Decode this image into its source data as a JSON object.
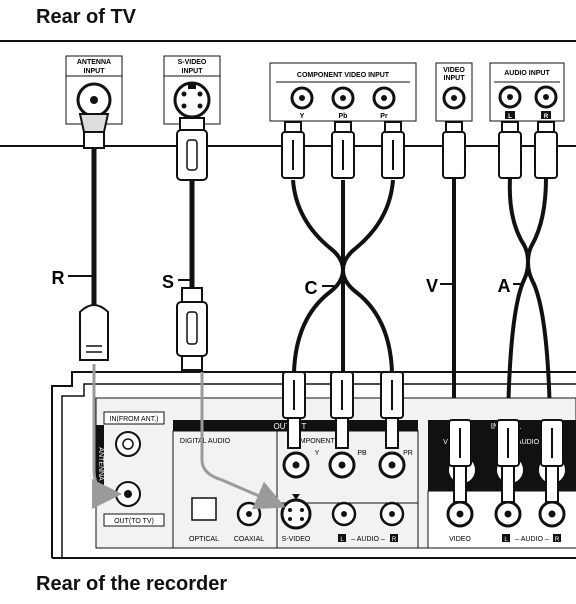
{
  "title_top": "Rear of TV",
  "title_bottom": "Rear of the recorder",
  "tv_panel": {
    "antenna_input": [
      "ANTENNA",
      "INPUT"
    ],
    "svideo_input": [
      "S-VIDEO",
      "INPUT"
    ],
    "component_video_input": "COMPONENT VIDEO INPUT",
    "component_jacks": [
      "Y",
      "Pb",
      "Pr"
    ],
    "video_input": [
      "VIDEO",
      "INPUT"
    ],
    "audio_input": "AUDIO INPUT",
    "audio_jacks": [
      "L",
      "R"
    ]
  },
  "cable_labels": [
    "R",
    "S",
    "C",
    "V",
    "A"
  ],
  "recorder_panel": {
    "in_from_ant": "IN(FROM ANT.)",
    "antenna": "ANTENNA",
    "out_to_tv": "OUT(TO TV)",
    "output": "OUTPUT",
    "digital_audio": "DIGITAL AUDIO",
    "component": "COMPONENT",
    "component_jacks": [
      "Y",
      "PB",
      "PR"
    ],
    "input_1": "INPUT 1",
    "video": "VIDEO",
    "audio": "AUDIO",
    "bottom_labels": {
      "optical": "OPTICAL",
      "coaxial": "COAXIAL",
      "svideo": "S-VIDEO",
      "audio_l": "L",
      "audio_dash": "– AUDIO –",
      "audio_r": "R",
      "video": "VIDEO"
    }
  },
  "colors": {
    "line": "#111111",
    "arrow": "#9a9a9a",
    "panel": "#f2f2f2"
  }
}
